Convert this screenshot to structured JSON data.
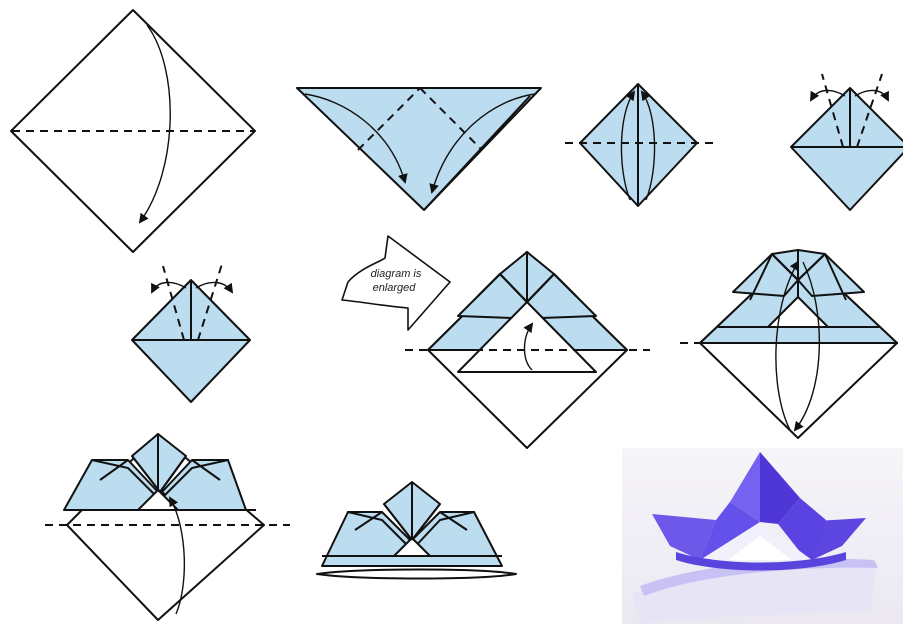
{
  "diagram": {
    "callout_line1": "diagram is",
    "callout_line2": "enlarged"
  },
  "colors": {
    "paper_blue": "#bcdcef",
    "outline": "#111111",
    "photo_purple": "#6a52e8",
    "photo_background": "#f4f2f8"
  },
  "steps": [
    "step-1-fold-square-in-half",
    "step-2-fold-corners-down",
    "step-3-fold-flaps-up",
    "step-4-fold-tips-outward",
    "step-5-fold-tips-outward-repeat",
    "step-6-fold-front-flap-up",
    "step-7-fold-bottom-up",
    "step-8-fold-bottom-back",
    "step-9-finished-helmet",
    "step-10-photo-of-result"
  ]
}
